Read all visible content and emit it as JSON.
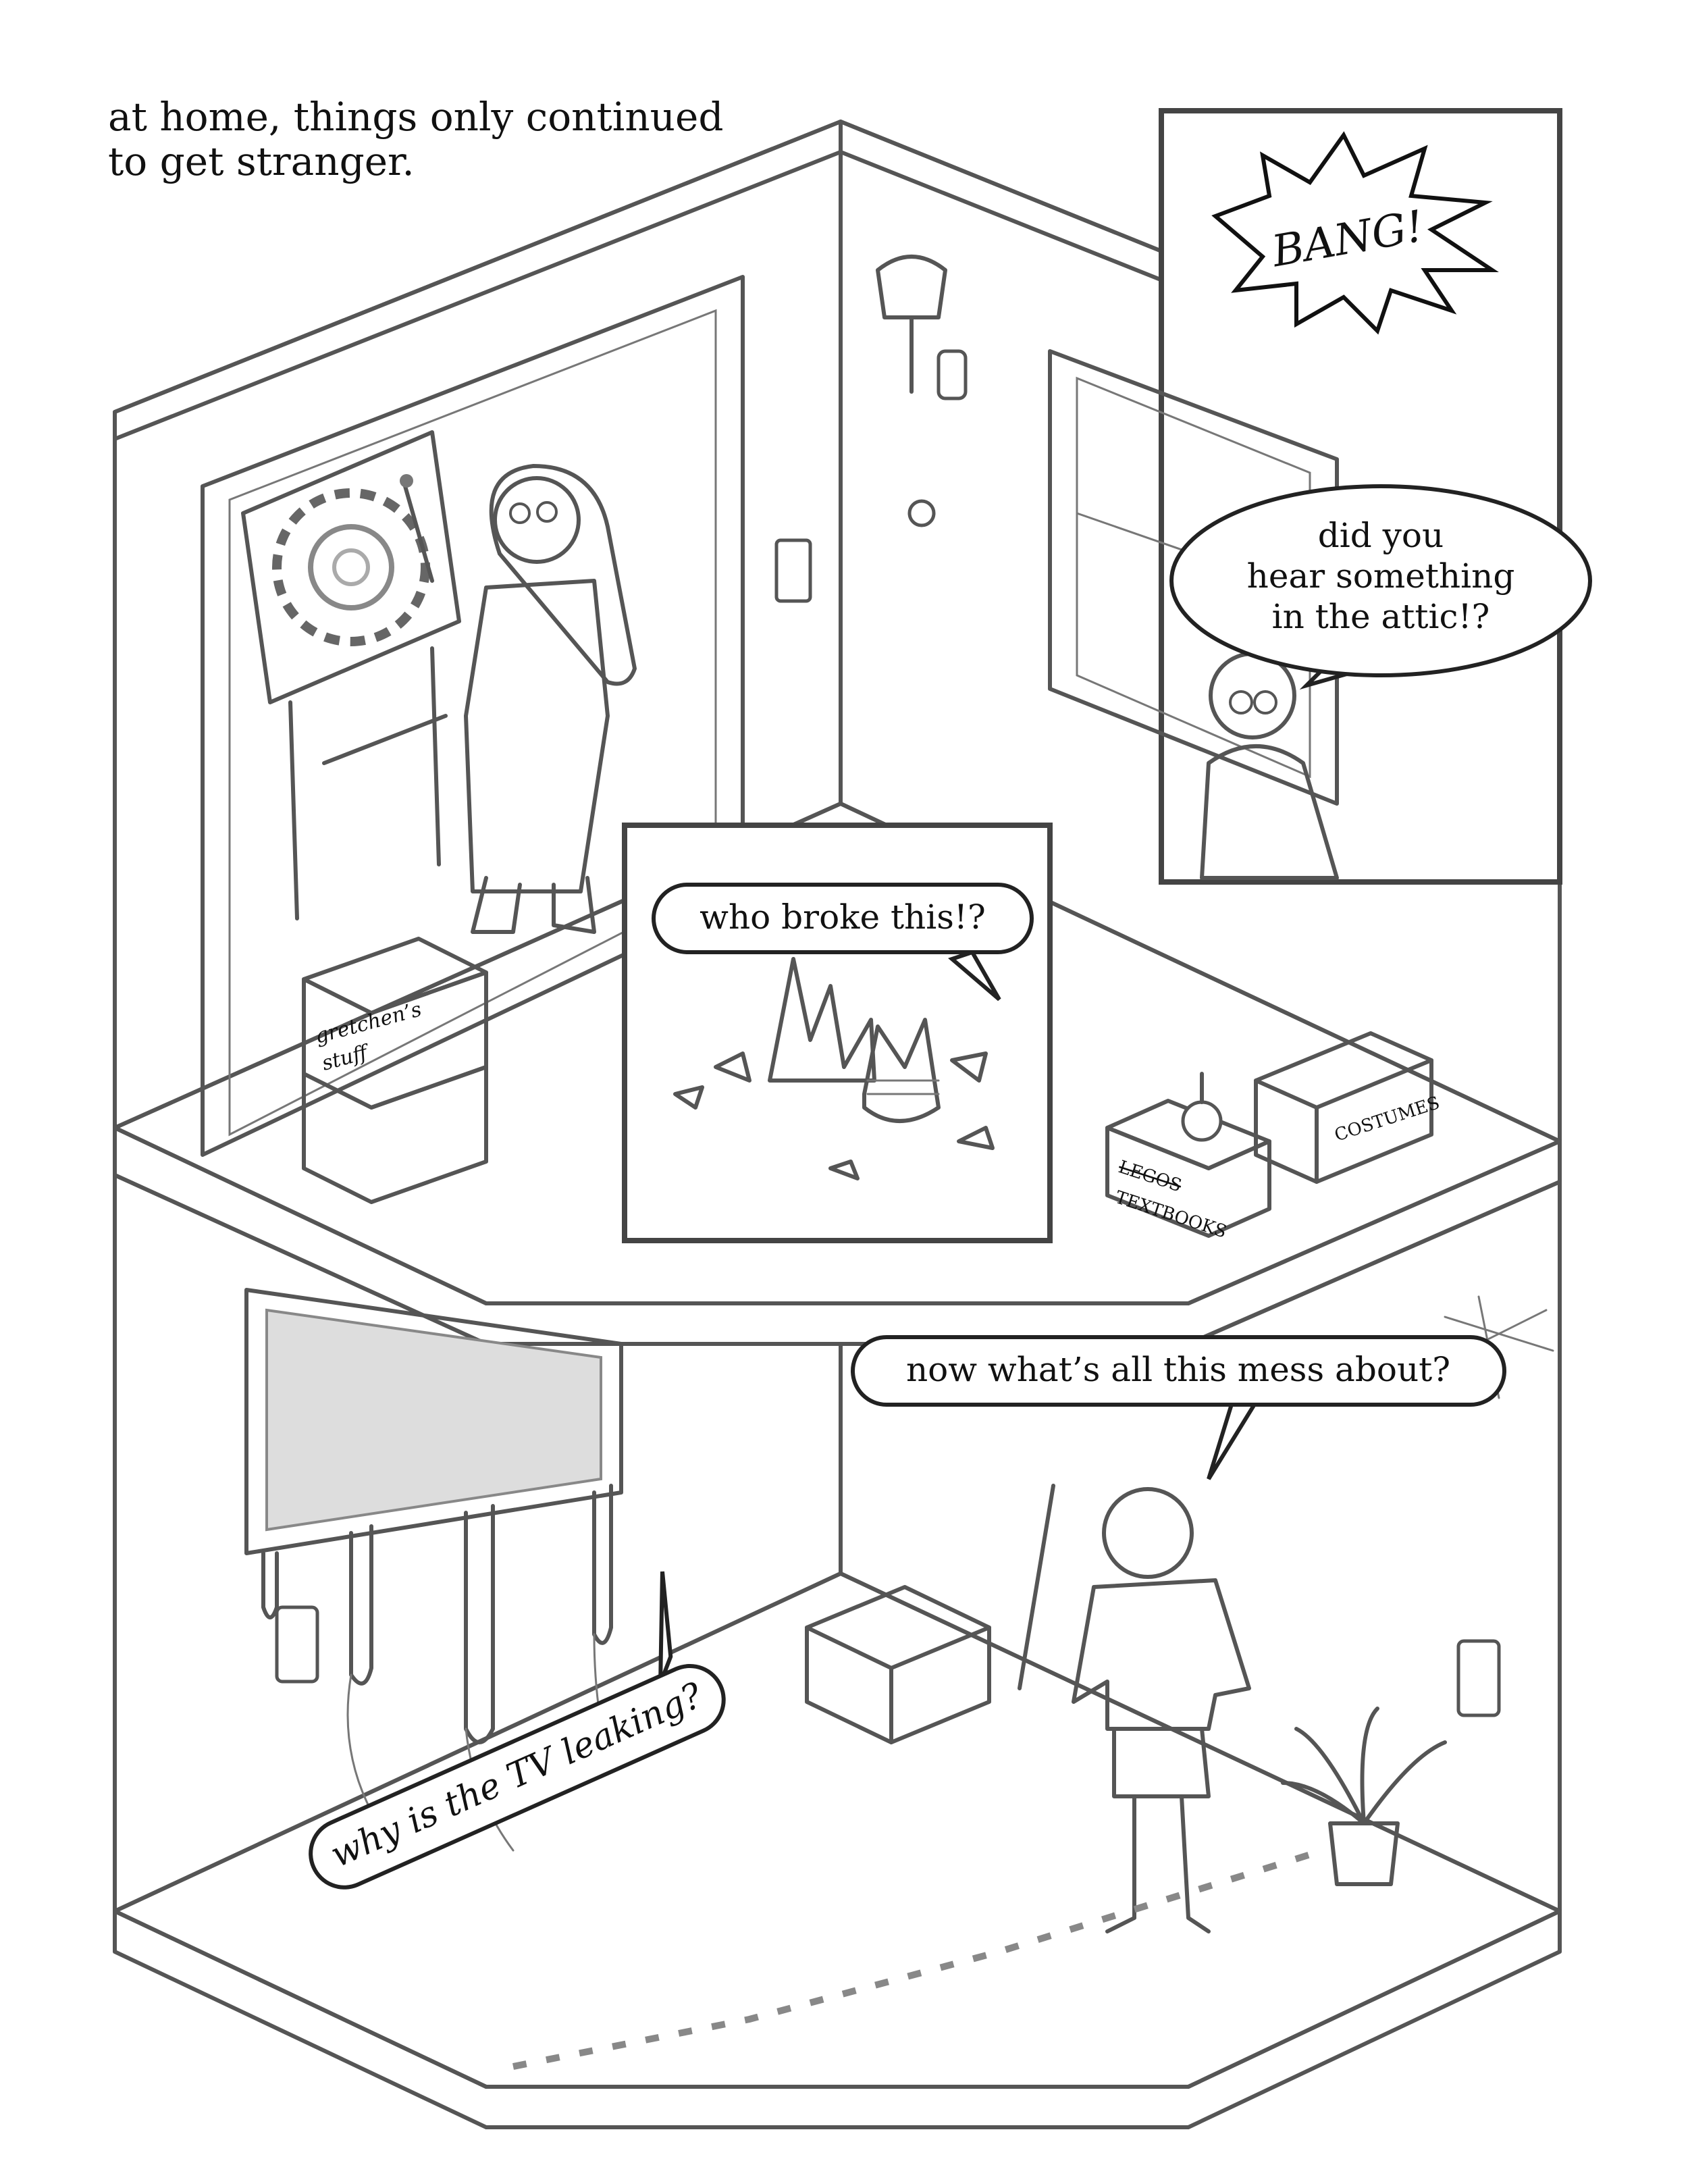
{
  "caption": {
    "line1": "at home, things only continued",
    "line2": "to get stranger."
  },
  "sfx": {
    "bang": "BANG!"
  },
  "speech": {
    "attic": [
      "did you",
      "hear something",
      "in the attic!?"
    ],
    "broke": "who broke this!?",
    "mess": "now what’s all this mess about?",
    "tv": "why is the TV leaking?"
  },
  "box_labels": {
    "gretchen": [
      "gretchen’s",
      "stuff"
    ],
    "costumes": "COSTUMES",
    "legos": "LEGOS",
    "textbooks": "TEXTBOOKS"
  }
}
